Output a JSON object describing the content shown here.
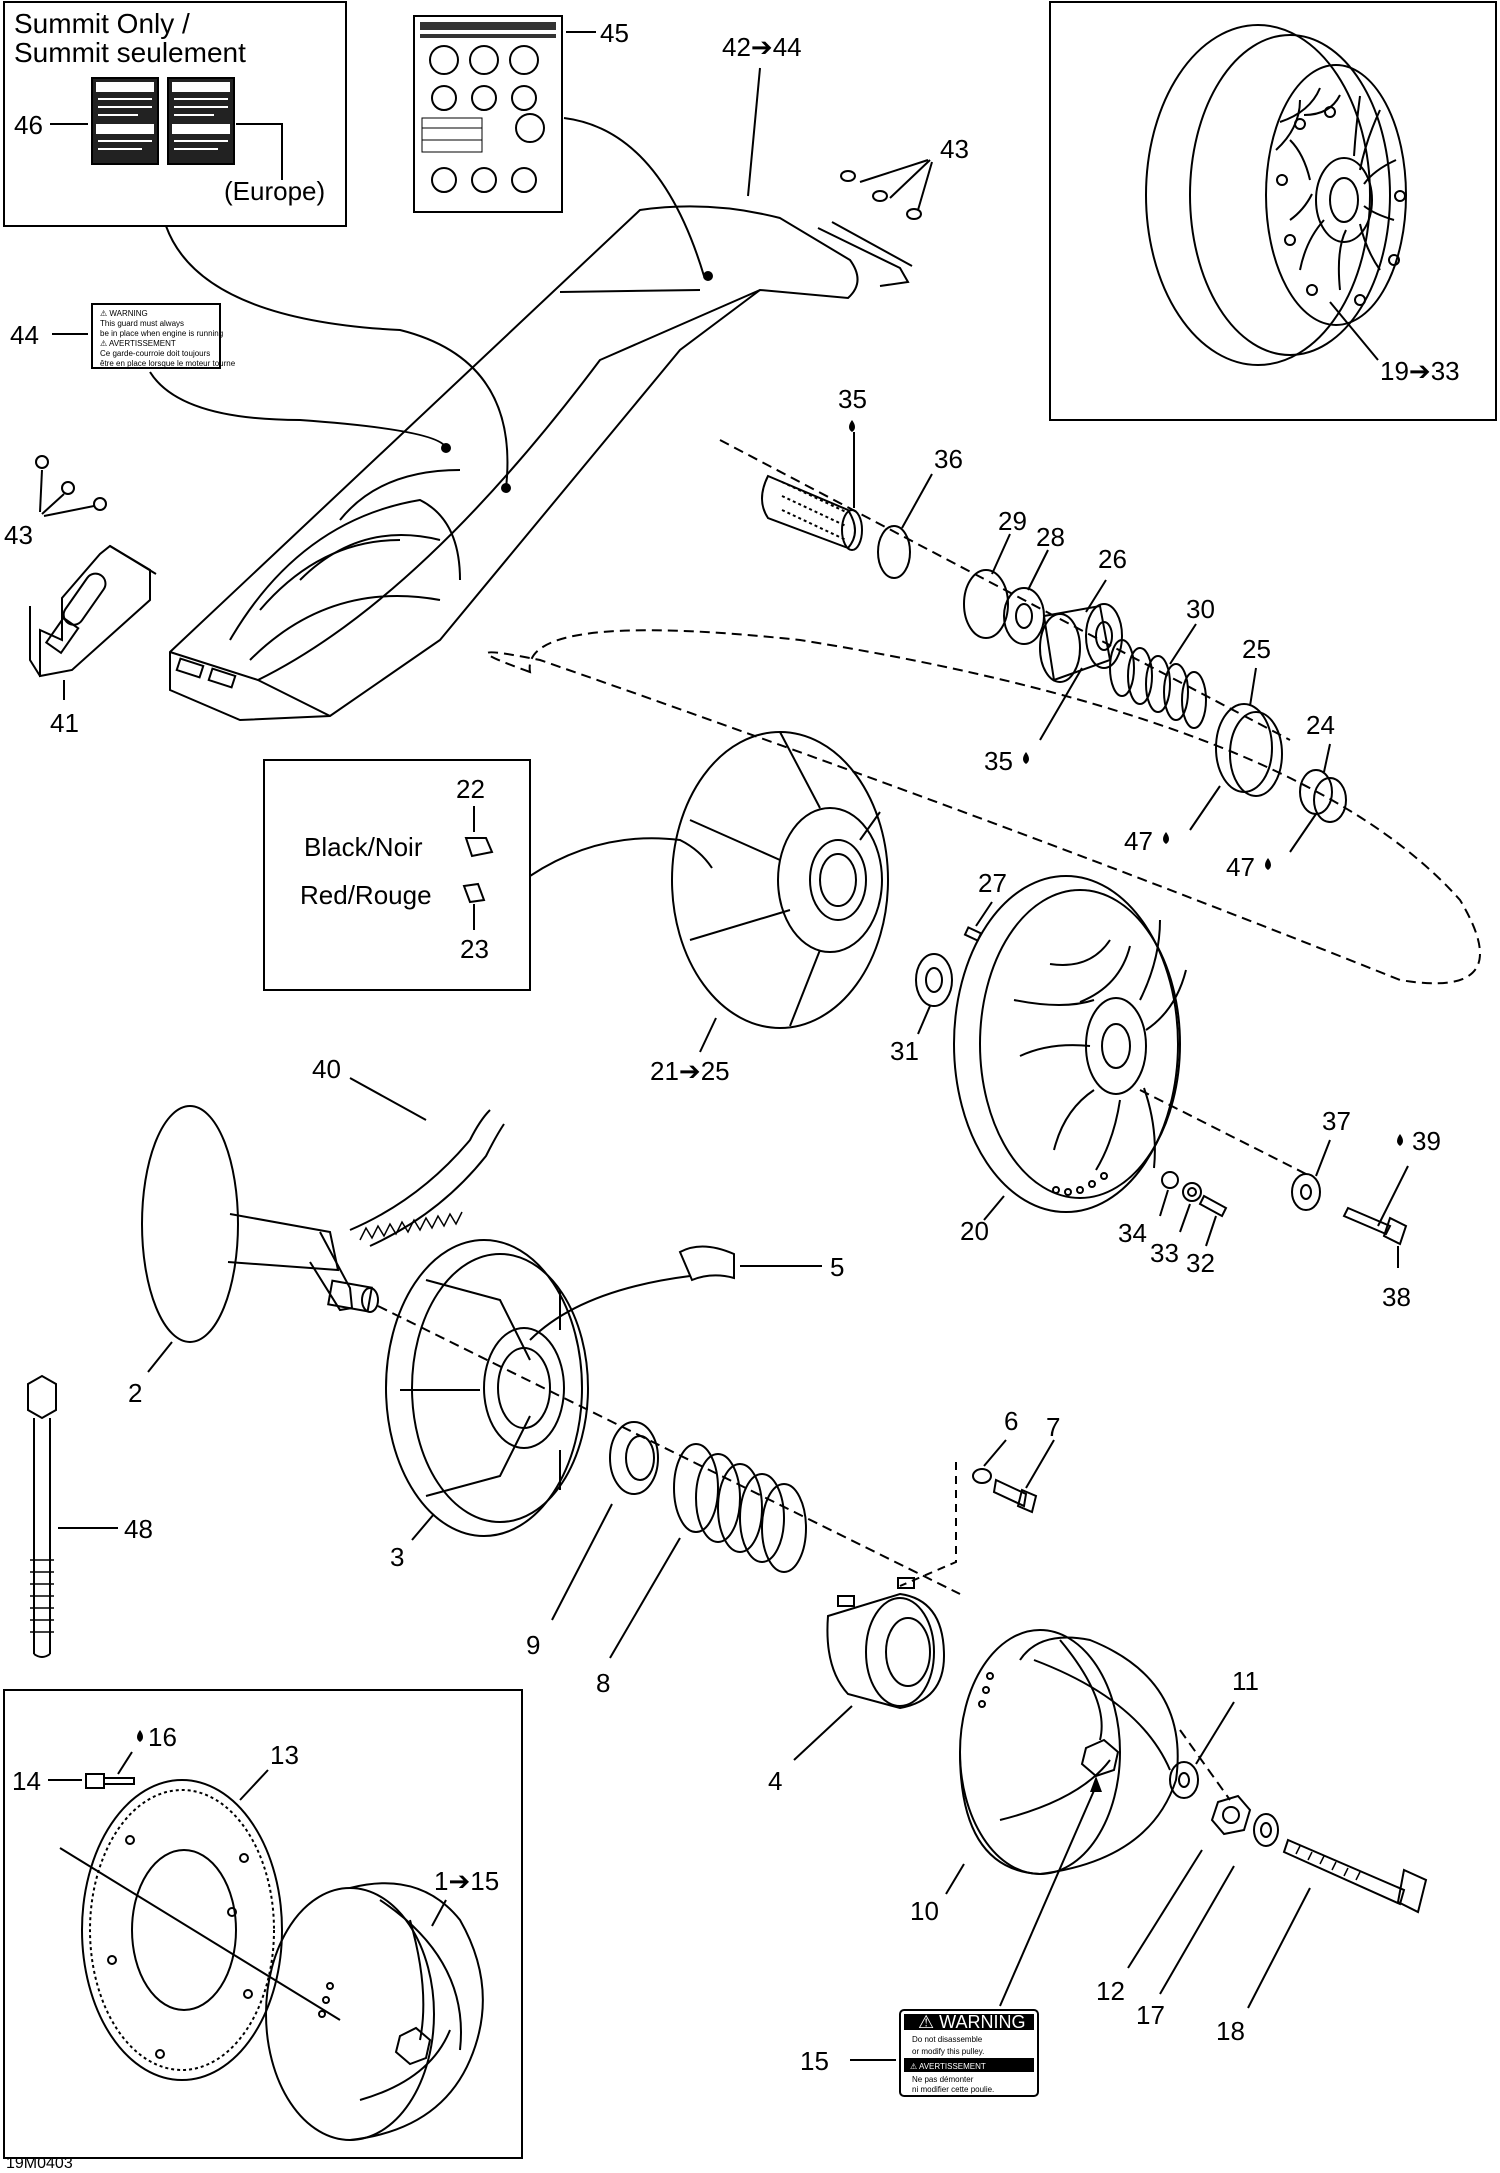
{
  "figure_code": "19M0403",
  "arrow_glyph": "➔",
  "drop_glyph": "💧",
  "boxes": {
    "summit": {
      "line1": "Summit Only /",
      "line2": "Summit seulement",
      "europe": "(Europe)",
      "part": "46"
    },
    "weights": {
      "black": "Black/Noir",
      "red": "Red/Rouge",
      "part_black": "22",
      "part_red": "23"
    },
    "pulley_inset": {
      "range": "19➔33"
    },
    "drive_inset": {
      "range": "1➔15",
      "part_14": "14",
      "part_16": "16",
      "part_13": "13"
    }
  },
  "warning_labels": {
    "hood": {
      "title": "⚠ WARNING",
      "line1": "This guard must always",
      "line2": "be in place when engine is running",
      "title_fr": "⚠ AVERTISSEMENT",
      "line3": "Ce garde-courroie doit toujours",
      "line4": "être en place lorsque le moteur tourne"
    },
    "pulley": {
      "title": "⚠ WARNING",
      "line1": "Do not disassemble",
      "line2": "or modify this pulley.",
      "title_fr": "⚠ AVERTISSEMENT",
      "line3": "Ne pas démonter",
      "line4": "ni modifier cette poulie."
    }
  },
  "callouts": {
    "p45": "45",
    "p42_44": "42➔44",
    "p43a": "43",
    "p44": "44",
    "p43b": "43",
    "p41": "41",
    "p35a": "35",
    "p36": "36",
    "p29": "29",
    "p28": "28",
    "p26": "26",
    "p30": "30",
    "p25": "25",
    "p24": "24",
    "p35b": "35",
    "p47a": "47",
    "p47b": "47",
    "p27": "27",
    "p31": "31",
    "p21_25": "21➔25",
    "p40": "40",
    "p20": "20",
    "p37": "37",
    "p39": "39",
    "p34": "34",
    "p33": "33",
    "p32": "32",
    "p38": "38",
    "p5": "5",
    "p2": "2",
    "p3": "3",
    "p6": "6",
    "p7": "7",
    "p48": "48",
    "p9": "9",
    "p8": "8",
    "p4": "4",
    "p11": "11",
    "p10": "10",
    "p12": "12",
    "p17": "17",
    "p18": "18",
    "p15": "15"
  }
}
